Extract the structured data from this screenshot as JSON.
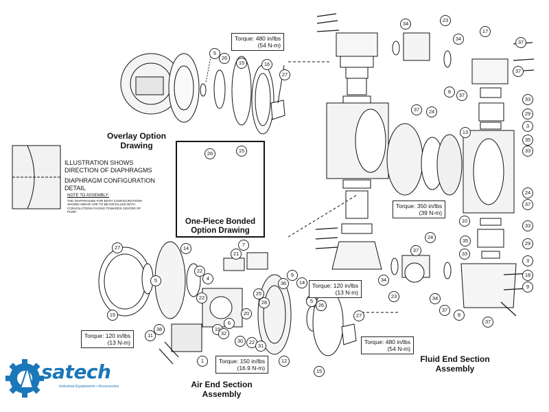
{
  "headings": {
    "overlay": "Overlay Option\nDrawing",
    "bonded": "One-Piece Bonded\nOption Drawing",
    "air_end": "Air End Section\nAssembly",
    "fluid_end": "Fluid End Section\nAssembly"
  },
  "notes": {
    "illustration": "ILLUSTRATION SHOWS\nDIRECTION OF DIAPHRAGMS",
    "config": "DIAPHRAGM CONFIGURATION\nDETAIL",
    "assembly_title": "NOTE TO ASSEMBLY:",
    "assembly_body": "THE DIAPHRAGMS FOR BOTH CONFIGURATIONS SHOWN ABOVE ARE TO BE INSTALLED WITH CONVOLUTIONS FACING TOWARDS CENTER OF PUMP"
  },
  "torques": [
    {
      "line1": "Torque: 480 in/lbs",
      "line2": "(54 N-m)"
    },
    {
      "line1": "Torque: 350 in/lbs",
      "line2": "(39 N-m)"
    },
    {
      "line1": "Torque: 120 in/lbs",
      "line2": "(13 N-m)"
    },
    {
      "line1": "Torque: 120 in/lbs",
      "line2": "(13 N-m)"
    },
    {
      "line1": "Torque: 150 in/lbs",
      "line2": "(16.9 N-m)"
    },
    {
      "line1": "Torque: 480 in/lbs",
      "line2": "(54 N-m)"
    }
  ],
  "callouts": [
    "5",
    "26",
    "15",
    "16",
    "27",
    "26",
    "15",
    "34",
    "23",
    "34",
    "17",
    "37",
    "8",
    "37",
    "37",
    "33",
    "29",
    "3",
    "35",
    "33",
    "13",
    "37",
    "24",
    "24",
    "37",
    "10",
    "33",
    "29",
    "3",
    "35",
    "33",
    "18",
    "9",
    "37",
    "8",
    "37",
    "24",
    "37",
    "34",
    "23",
    "34",
    "7",
    "21",
    "9",
    "36",
    "14",
    "26",
    "5",
    "22",
    "4",
    "25",
    "28",
    "5",
    "14",
    "27",
    "15",
    "19",
    "22",
    "6",
    "20",
    "32",
    "30",
    "22",
    "31",
    "12",
    "11",
    "38",
    "1",
    "5",
    "26",
    "27",
    "15"
  ],
  "logo": {
    "word": "satech",
    "tagline": "Industrial Equipments • Accessories",
    "brand_color": "#1a77b8"
  }
}
